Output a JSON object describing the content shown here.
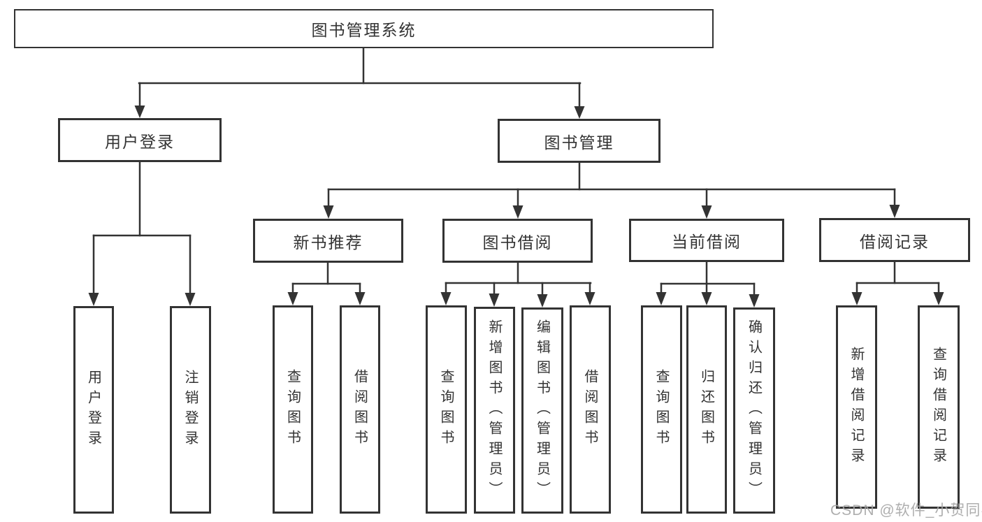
{
  "diagram": {
    "title": "图书管理系统",
    "nodes": {
      "root": {
        "label": "图书管理系统"
      },
      "user_login": {
        "label": "用户登录"
      },
      "book_mgmt": {
        "label": "图书管理"
      },
      "new_book_rec": {
        "label": "新书推荐"
      },
      "book_borrow": {
        "label": "图书借阅"
      },
      "current_borrow": {
        "label": "当前借阅"
      },
      "borrow_records": {
        "label": "借阅记录"
      },
      "leaf_user_login": {
        "label": "用户登录"
      },
      "leaf_logout": {
        "label": "注销登录"
      },
      "leaf_nbr_query_books": {
        "label": "查询图书"
      },
      "leaf_nbr_borrow_books": {
        "label": "借阅图书"
      },
      "leaf_bb_query_books": {
        "label": "查询图书"
      },
      "leaf_bb_add_books": {
        "label": "新增图书（管理员）"
      },
      "leaf_bb_edit_books": {
        "label": "编辑图书（管理员）"
      },
      "leaf_bb_borrow_books": {
        "label": "借阅图书"
      },
      "leaf_cb_query_books": {
        "label": "查询图书"
      },
      "leaf_cb_return_books": {
        "label": "归还图书"
      },
      "leaf_cb_confirm_return": {
        "label": "确认归还（管理员）"
      },
      "leaf_br_add_record": {
        "label": "新增借阅记录"
      },
      "leaf_br_query_record": {
        "label": "查询借阅记录"
      }
    },
    "colors": {
      "line": "#333333",
      "box_border": "#333333",
      "box_fill": "#ffffff",
      "text": "#333333",
      "watermark": "#a5a5a5"
    }
  },
  "watermark": {
    "text": "CSDN @软件_小贺同学"
  }
}
